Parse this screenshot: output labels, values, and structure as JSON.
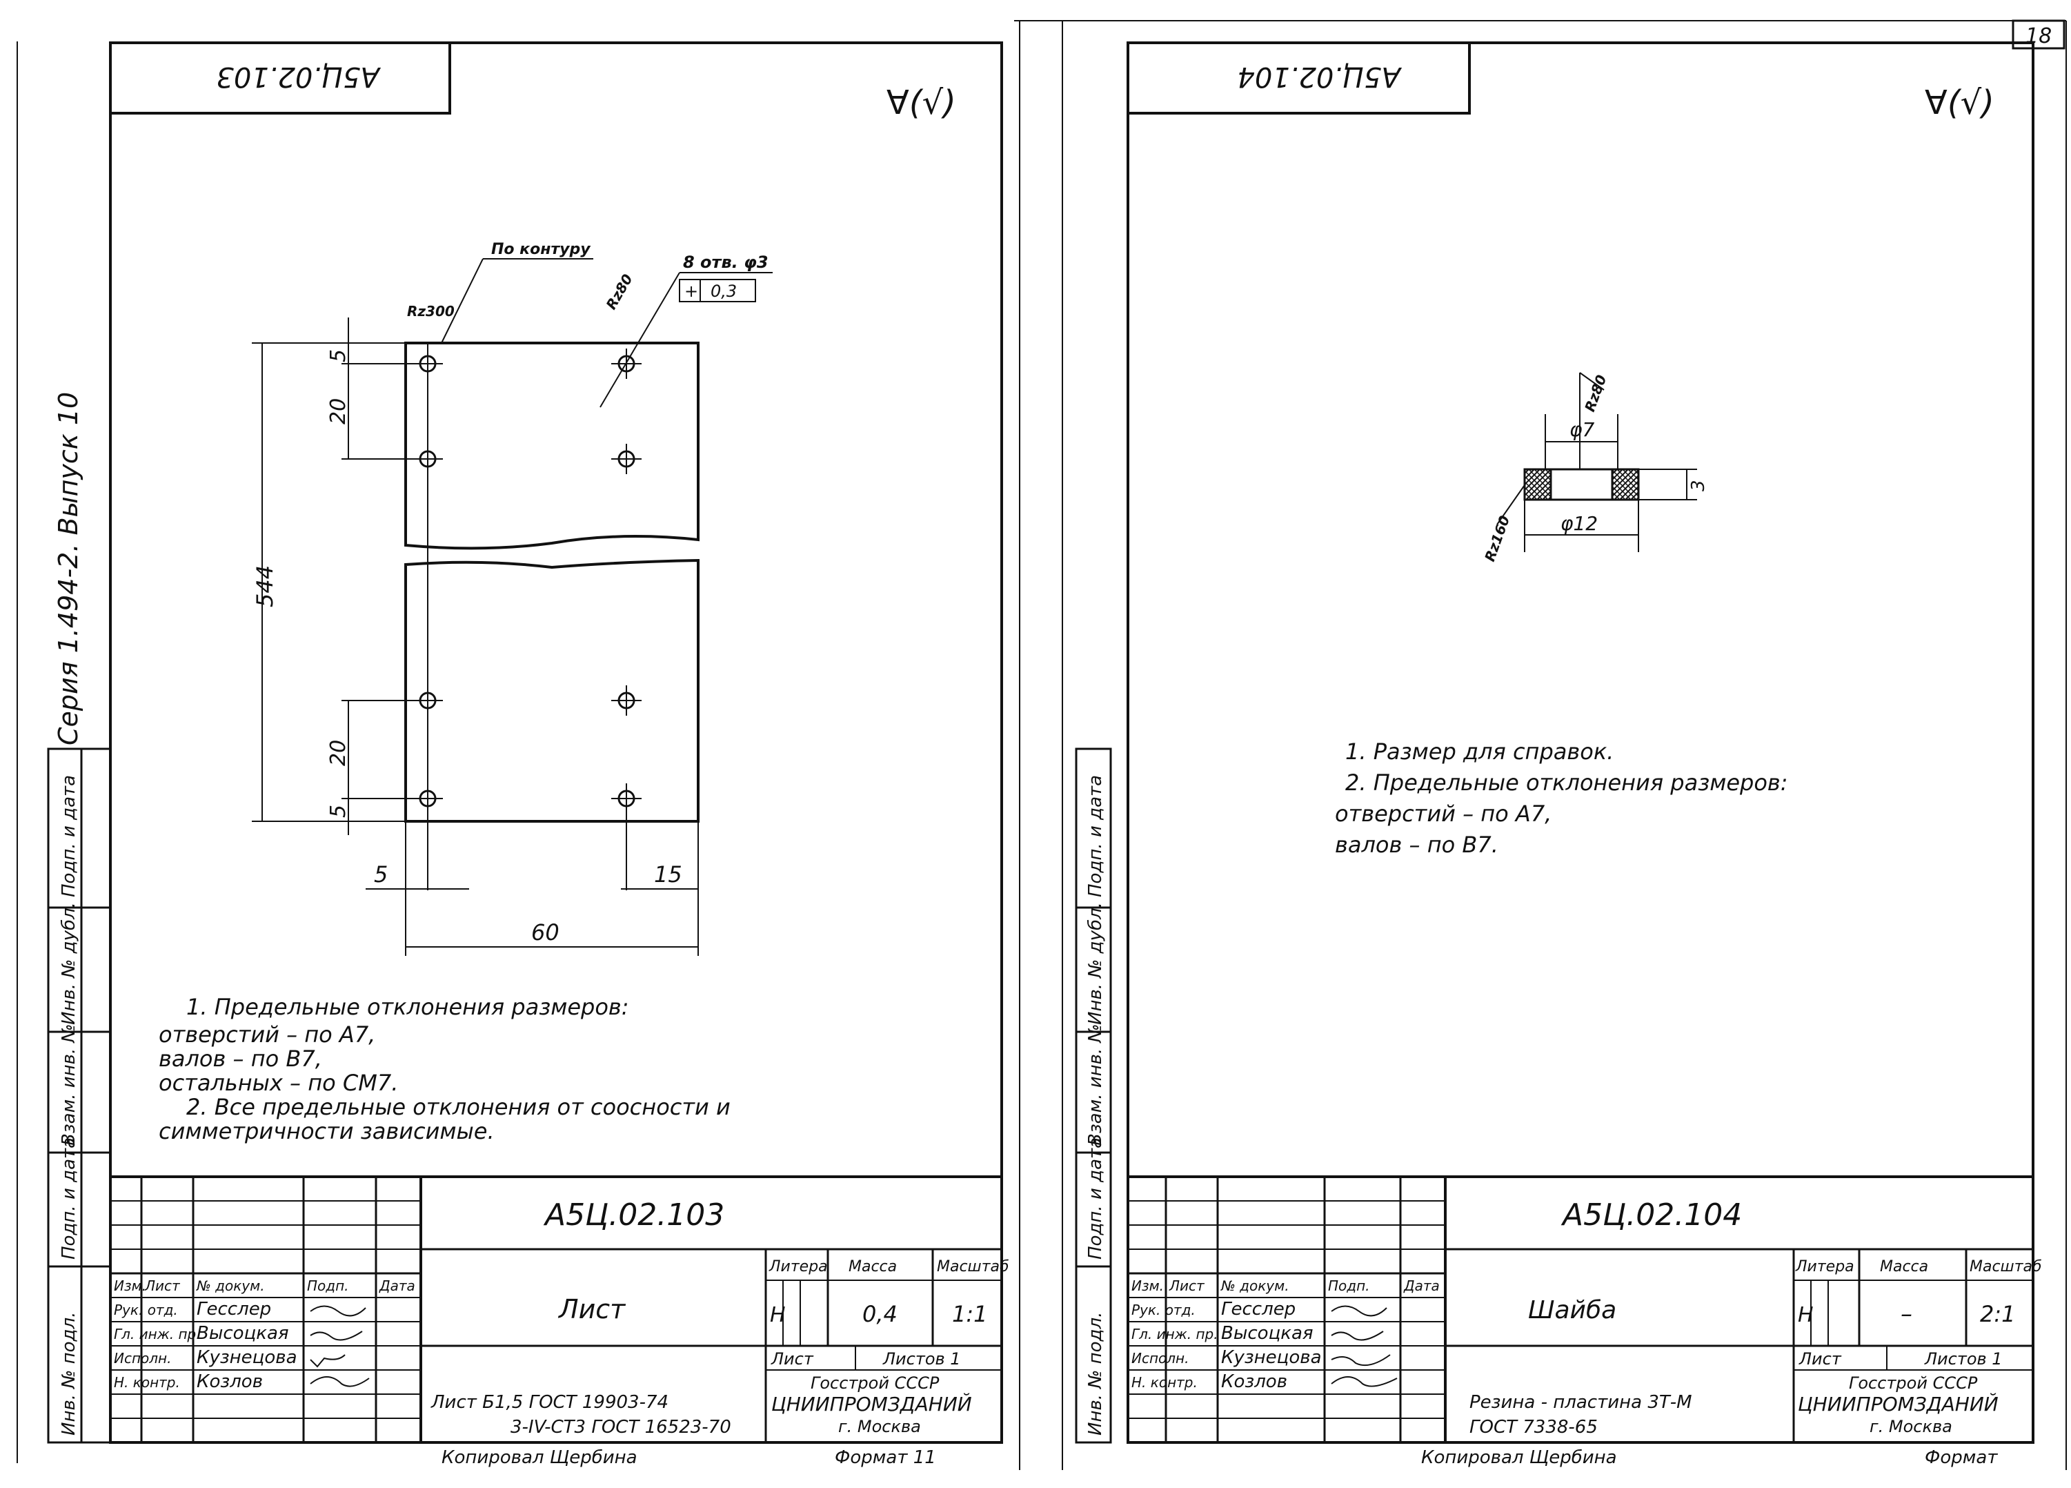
{
  "page_number": "18",
  "side_text": {
    "series": "Серия 1.494-2. Выпуск 10",
    "cells": [
      "Подп. и дата",
      "Инв. № дубл.",
      "Взам. инв. №",
      "Подп. и дата",
      "Инв. № подл."
    ]
  },
  "sheet_left": {
    "code_rotated": "А5Ц.02.103",
    "roughness": "∀(√)",
    "drawing": {
      "label_contour": "По контуру",
      "label_r_small": "Rz300",
      "label_r_hole": "Rz80",
      "label_holes": "8 отв. φ3",
      "label_tol": "0,3",
      "dims": {
        "top": "5",
        "gap_top": "20",
        "height": "544",
        "gap_bottom": "20",
        "bottom": "5",
        "left": "5",
        "right": "15",
        "width": "60"
      }
    },
    "notes": [
      "1. Предельные отклонения размеров:",
      "отверстий    – по А7,",
      "валов           – по В7,",
      "остальных   – по СМ7.",
      "2. Все предельные отклонения от соосности и",
      "симметричности зависимые."
    ],
    "title_block": {
      "code": "А5Ц.02.103",
      "name": "Лист",
      "material_1": "Лист Б1,5 ГОСТ 19903-74",
      "material_2": "3-IV-СТ3 ГОСТ 16523-70",
      "header": [
        "Изм.",
        "Лист",
        "№ докум.",
        "Подп.",
        "Дата"
      ],
      "people": [
        {
          "role": "Рук. отд.",
          "name": "Гесслер"
        },
        {
          "role": "Гл. инж. пр.",
          "name": "Высоцкая"
        },
        {
          "role": "Исполн.",
          "name": "Кузнецова"
        },
        {
          "role": "Н. контр.",
          "name": "Козлов"
        }
      ],
      "col_litera": "Литера",
      "col_mass": "Масса",
      "col_scale": "Масштаб",
      "litera": "Н",
      "mass": "0,4",
      "scale": "1:1",
      "sheet": "Лист",
      "sheets": "Листов 1",
      "org_1": "Госстрой СССР",
      "org_2": "ЦНИИПРОМЗДАНИЙ",
      "org_3": "г. Москва",
      "copied": "Копировал Щербина",
      "format": "Формат 11"
    }
  },
  "sheet_right": {
    "code_rotated": "А5Ц.02.104",
    "roughness": "∀(√)",
    "drawing": {
      "label_r_top": "Rz80",
      "label_r_left": "Rz160",
      "dim_inner": "φ7",
      "dim_outer": "φ12",
      "dim_thickness": "3"
    },
    "notes": [
      "1. Размер для справок.",
      "2. Предельные отклонения размеров:",
      "отверстий – по А7,",
      "валов         – по В7."
    ],
    "title_block": {
      "code": "А5Ц.02.104",
      "name": "Шайба",
      "material_1": "Резина - пластина 3Т-М",
      "material_2": "ГОСТ 7338-65",
      "header": [
        "Изм.",
        "Лист",
        "№ докум.",
        "Подп.",
        "Дата"
      ],
      "people": [
        {
          "role": "Рук. отд.",
          "name": "Гесслер"
        },
        {
          "role": "Гл. инж. пр.",
          "name": "Высоцкая"
        },
        {
          "role": "Исполн.",
          "name": "Кузнецова"
        },
        {
          "role": "Н. контр.",
          "name": "Козлов"
        }
      ],
      "col_litera": "Литера",
      "col_mass": "Масса",
      "col_scale": "Масштаб",
      "litera": "Н",
      "mass": "–",
      "scale": "2:1",
      "sheet": "Лист",
      "sheets": "Листов 1",
      "org_1": "Госстрой СССР",
      "org_2": "ЦНИИПРОМЗДАНИЙ",
      "org_3": "г. Москва",
      "copied": "Копировал Щербина",
      "format": "Формат"
    }
  }
}
